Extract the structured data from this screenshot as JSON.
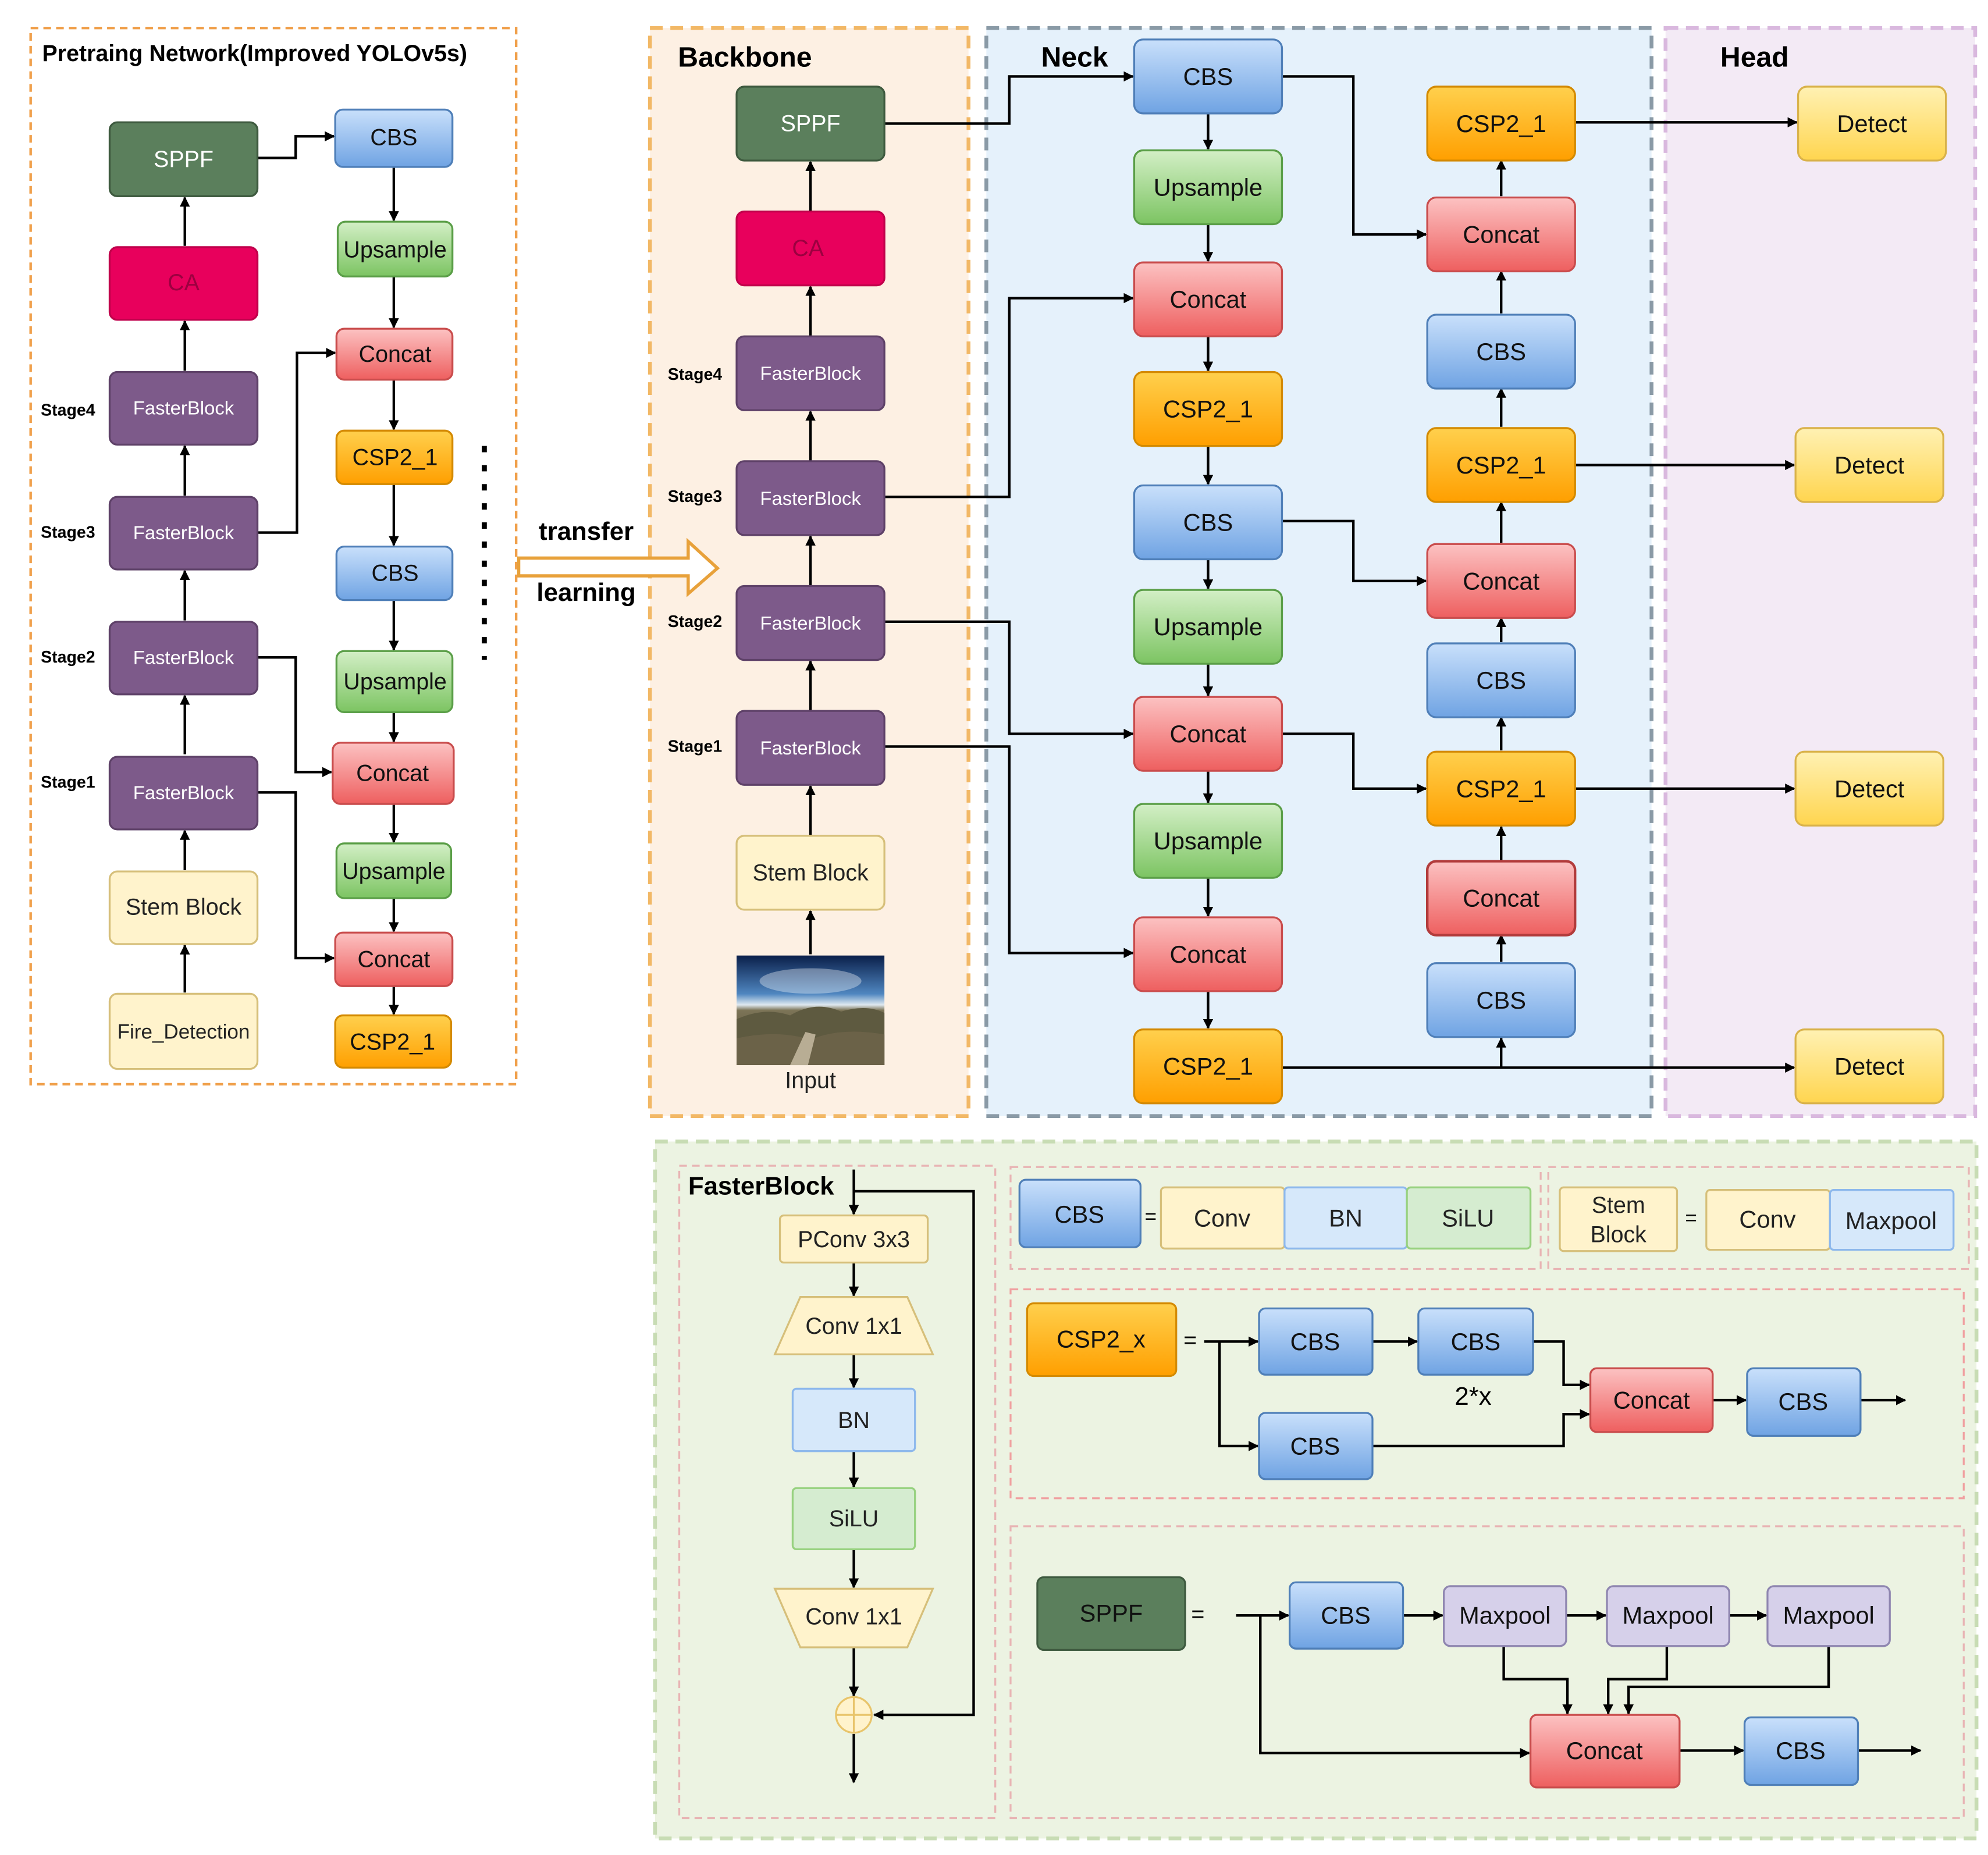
{
  "pretrain": {
    "title": "Pretraing Network(Improved YOLOv5s)",
    "stage4": "Stage4",
    "stage3": "Stage3",
    "stage2": "Stage2",
    "stage1": "Stage1",
    "sppf": "SPPF",
    "ca": "CA",
    "fb4": "FasterBlock",
    "fb3": "FasterBlock",
    "fb2": "FasterBlock",
    "fb1": "FasterBlock",
    "stem": "Stem Block",
    "fire": "Fire_Detection",
    "cbs1": "CBS",
    "up1": "Upsample",
    "concat1": "Concat",
    "csp1": "CSP2_1",
    "cbs2": "CBS",
    "up2": "Upsample",
    "concat2": "Concat",
    "up3": "Upsample",
    "concat3": "Concat",
    "csp2": "CSP2_1"
  },
  "transfer": {
    "line1": "transfer",
    "line2": "learning"
  },
  "backbone": {
    "title": "Backbone",
    "sppf": "SPPF",
    "ca": "CA",
    "stage4": "Stage4",
    "stage3": "Stage3",
    "stage2": "Stage2",
    "stage1": "Stage1",
    "fb4": "FasterBlock",
    "fb3": "FasterBlock",
    "fb2": "FasterBlock",
    "fb1": "FasterBlock",
    "stem": "Stem Block",
    "input": "Input"
  },
  "neck": {
    "title": "Neck",
    "col1": [
      "CBS",
      "Upsample",
      "Concat",
      "CSP2_1",
      "CBS",
      "Upsample",
      "Concat",
      "Upsample",
      "Concat",
      "CSP2_1"
    ],
    "col2": [
      "CSP2_1",
      "Concat",
      "CBS",
      "CSP2_1",
      "Concat",
      "CBS",
      "CSP2_1",
      "Concat",
      "CBS"
    ]
  },
  "head": {
    "title": "Head",
    "detect": [
      "Detect",
      "Detect",
      "Detect",
      "Detect"
    ]
  },
  "legend": {
    "fasterblock": {
      "title": "FasterBlock",
      "pconv": "PConv 3x3",
      "conv1": "Conv 1x1",
      "bn": "BN",
      "silu": "SiLU",
      "conv2": "Conv 1x1"
    },
    "cbs": {
      "name": "CBS",
      "eq": "=",
      "conv": "Conv",
      "bn": "BN",
      "silu": "SiLU"
    },
    "stem": {
      "name1": "Stem",
      "name2": "Block",
      "eq": "=",
      "conv": "Conv",
      "maxpool": "Maxpool"
    },
    "csp": {
      "name": "CSP2_x",
      "eq": "=",
      "cbs_a": "CBS",
      "cbs_b": "CBS",
      "repeat": "2*x",
      "cbs_c": "CBS",
      "concat": "Concat",
      "cbs_d": "CBS"
    },
    "sppf": {
      "name": "SPPF",
      "eq": "=",
      "cbs_a": "CBS",
      "mp1": "Maxpool",
      "mp2": "Maxpool",
      "mp3": "Maxpool",
      "concat": "Concat",
      "cbs_b": "CBS"
    }
  },
  "colors": {
    "sppf": "#5a7d5a",
    "ca": "#e8005c",
    "fasterblock": "#7d5a8a",
    "stem": "#fff3cc",
    "cbs": "#8db8ec",
    "upsample": "#97d17f",
    "concat": "#f27b7b",
    "csp": "#ffb20d",
    "detect": "#ffe27a",
    "bg_backbone": "#fdf0e3",
    "bg_neck": "#e5f1fb",
    "bg_head": "#f1e8f4",
    "bg_legend": "#ecf3e2"
  }
}
